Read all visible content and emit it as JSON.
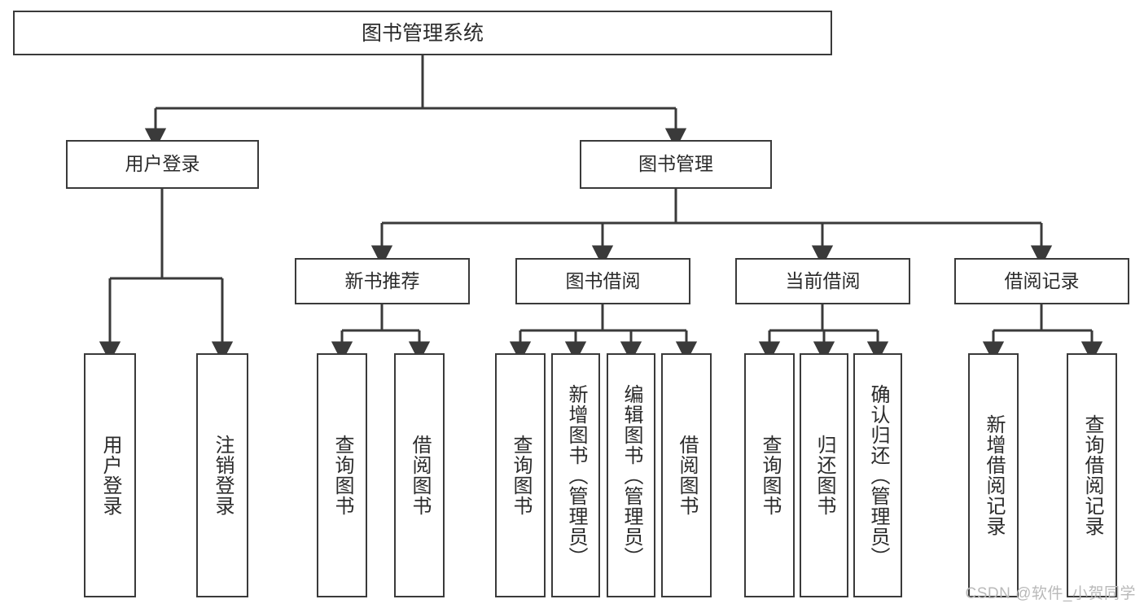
{
  "diagram": {
    "title": "图书管理系统",
    "type": "hierarchy-tree",
    "line_color": "#3a3a3a",
    "box_fill": "#ffffff",
    "text_color": "#2b2b2b",
    "root": {
      "id": "root",
      "label": "图书管理系统"
    },
    "level2": [
      {
        "id": "user-login",
        "label": "用户登录"
      },
      {
        "id": "book-manage",
        "label": "图书管理"
      }
    ],
    "level3": [
      {
        "id": "new-book-recommend",
        "label": "新书推荐"
      },
      {
        "id": "book-borrow",
        "label": "图书借阅"
      },
      {
        "id": "current-borrow",
        "label": "当前借阅"
      },
      {
        "id": "borrow-record",
        "label": "借阅记录"
      }
    ],
    "leaves": [
      {
        "id": "leaf-user-login",
        "label": "用户登录",
        "parent": "user-login"
      },
      {
        "id": "leaf-logout",
        "label": "注销登录",
        "parent": "user-login"
      },
      {
        "id": "leaf-query-book-1",
        "label": "查询图书",
        "parent": "new-book-recommend"
      },
      {
        "id": "leaf-borrow-book-1",
        "label": "借阅图书",
        "parent": "new-book-recommend"
      },
      {
        "id": "leaf-query-book-2",
        "label": "查询图书",
        "parent": "book-borrow"
      },
      {
        "id": "leaf-add-book",
        "label": "新增图书（管理员）",
        "parent": "book-borrow"
      },
      {
        "id": "leaf-edit-book",
        "label": "编辑图书（管理员）",
        "parent": "book-borrow"
      },
      {
        "id": "leaf-borrow-book-2",
        "label": "借阅图书",
        "parent": "book-borrow"
      },
      {
        "id": "leaf-query-book-3",
        "label": "查询图书",
        "parent": "current-borrow"
      },
      {
        "id": "leaf-return-book",
        "label": "归还图书",
        "parent": "current-borrow"
      },
      {
        "id": "leaf-confirm-return",
        "label": "确认归还（管理员）",
        "parent": "current-borrow"
      },
      {
        "id": "leaf-add-borrow-record",
        "label": "新增借阅记录",
        "parent": "borrow-record"
      },
      {
        "id": "leaf-query-borrow-record",
        "label": "查询借阅记录",
        "parent": "borrow-record"
      }
    ]
  },
  "watermark": {
    "text": "CSDN @软件_小贺同学"
  }
}
